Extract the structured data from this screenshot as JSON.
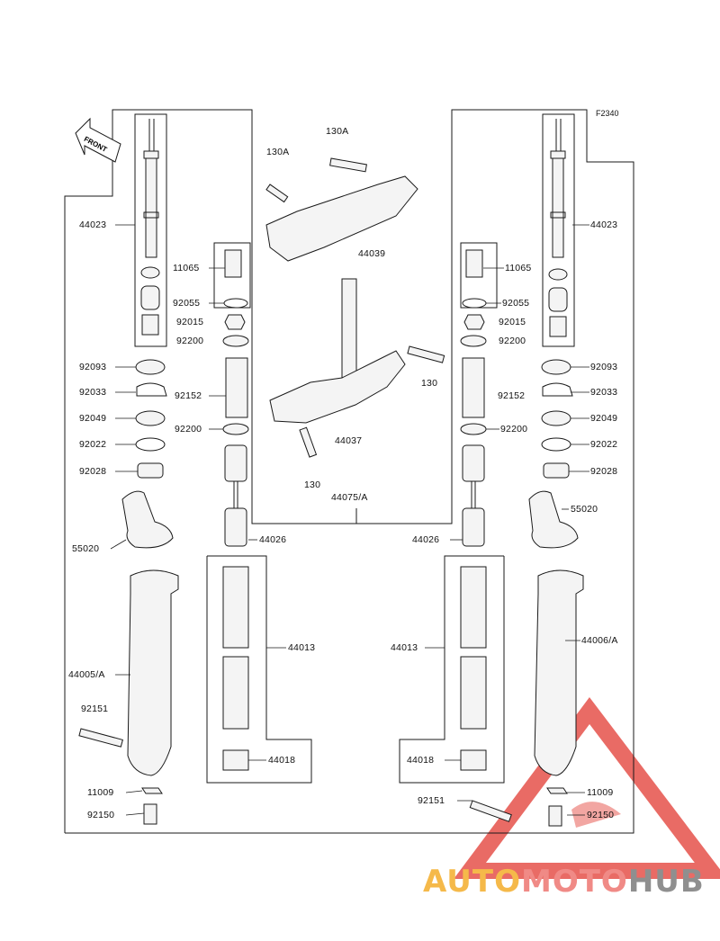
{
  "figure_code": "F2340",
  "front_label": "FRONT",
  "watermark": {
    "part1": "AUTO",
    "part2": "MOTO",
    "part3": "HUB"
  },
  "colors": {
    "line": "#1a1a1a",
    "part_fill": "#f4f4f4",
    "watermark_red": "#e23a32",
    "watermark_orange": "#f5b94a",
    "watermark_gray": "#8f8f8f"
  },
  "labels": {
    "l44023": "44023",
    "l11065": "11065",
    "l92055": "92055",
    "l92015": "92015",
    "l92200a": "92200",
    "l92093": "92093",
    "l92033": "92033",
    "l92152": "92152",
    "l92049": "92049",
    "l92200b": "92200",
    "l92022": "92022",
    "l92028": "92028",
    "l55020": "55020",
    "l44026": "44026",
    "l44013": "44013",
    "l44005": "44005/A",
    "l92151": "92151",
    "l44018": "44018",
    "l11009": "11009",
    "l92150": "92150",
    "l130A_1": "130A",
    "l130A_2": "130A",
    "l44039": "44039",
    "l130_1": "130",
    "l44037": "44037",
    "l130_2": "130",
    "l44075": "44075/A",
    "r44023": "44023",
    "r11065": "11065",
    "r92055": "92055",
    "r92015": "92015",
    "r92200a": "92200",
    "r92093": "92093",
    "r92033": "92033",
    "r92152": "92152",
    "r92049": "92049",
    "r92200b": "92200",
    "r92022": "92022",
    "r92028": "92028",
    "r55020": "55020",
    "r44026": "44026",
    "r44013": "44013",
    "r44006": "44006/A",
    "r44018": "44018",
    "r92151": "92151",
    "r11009": "11009",
    "r92150": "92150"
  }
}
